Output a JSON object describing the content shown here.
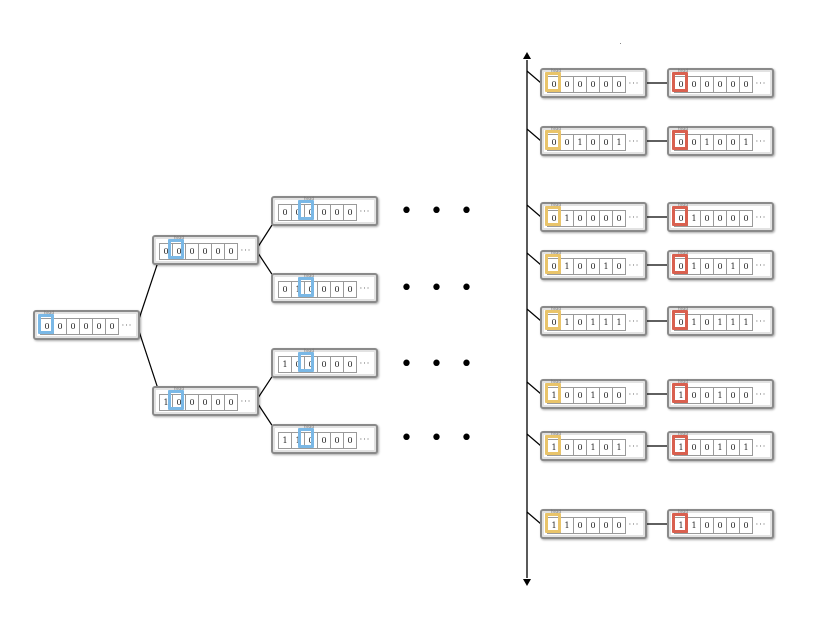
{
  "cell_ellipsis": "···",
  "head_label": "head",
  "continuation": "• • •",
  "colors": {
    "head_initial": "#7ab8e6",
    "head_before": "#e9c46a",
    "head_after": "#d9604f",
    "tape_border": "#8a8a8a",
    "line": "#000000"
  },
  "tree": {
    "root": {
      "cells": [
        "0",
        "0",
        "0",
        "0",
        "0",
        "0"
      ],
      "head": 0
    },
    "level1": [
      {
        "cells": [
          "0",
          "0",
          "0",
          "0",
          "0",
          "0"
        ],
        "head": 1
      },
      {
        "cells": [
          "1",
          "0",
          "0",
          "0",
          "0",
          "0"
        ],
        "head": 1
      }
    ],
    "level2": [
      {
        "cells": [
          "0",
          "0",
          "0",
          "0",
          "0",
          "0"
        ],
        "head": 2
      },
      {
        "cells": [
          "0",
          "1",
          "0",
          "0",
          "0",
          "0"
        ],
        "head": 2
      },
      {
        "cells": [
          "1",
          "0",
          "0",
          "0",
          "0",
          "0"
        ],
        "head": 2
      },
      {
        "cells": [
          "1",
          "1",
          "0",
          "0",
          "0",
          "0"
        ],
        "head": 2
      }
    ]
  },
  "timeline": [
    {
      "before": [
        "0",
        "0",
        "0",
        "0",
        "0",
        "0"
      ],
      "after": [
        "0",
        "0",
        "0",
        "0",
        "0",
        "0"
      ]
    },
    {
      "before": [
        "0",
        "0",
        "1",
        "0",
        "0",
        "1"
      ],
      "after": [
        "0",
        "0",
        "1",
        "0",
        "0",
        "1"
      ]
    },
    {
      "before": [
        "0",
        "1",
        "0",
        "0",
        "0",
        "0"
      ],
      "after": [
        "0",
        "1",
        "0",
        "0",
        "0",
        "0"
      ]
    },
    {
      "before": [
        "0",
        "1",
        "0",
        "0",
        "1",
        "0"
      ],
      "after": [
        "0",
        "1",
        "0",
        "0",
        "1",
        "0"
      ]
    },
    {
      "before": [
        "0",
        "1",
        "0",
        "1",
        "1",
        "1"
      ],
      "after": [
        "0",
        "1",
        "0",
        "1",
        "1",
        "1"
      ]
    },
    {
      "before": [
        "1",
        "0",
        "0",
        "1",
        "0",
        "0"
      ],
      "after": [
        "1",
        "0",
        "0",
        "1",
        "0",
        "0"
      ]
    },
    {
      "before": [
        "1",
        "0",
        "0",
        "1",
        "0",
        "1"
      ],
      "after": [
        "1",
        "0",
        "0",
        "1",
        "0",
        "1"
      ]
    },
    {
      "before": [
        "1",
        "1",
        "0",
        "0",
        "0",
        "0"
      ],
      "after": [
        "1",
        "1",
        "0",
        "0",
        "0",
        "0"
      ]
    }
  ]
}
